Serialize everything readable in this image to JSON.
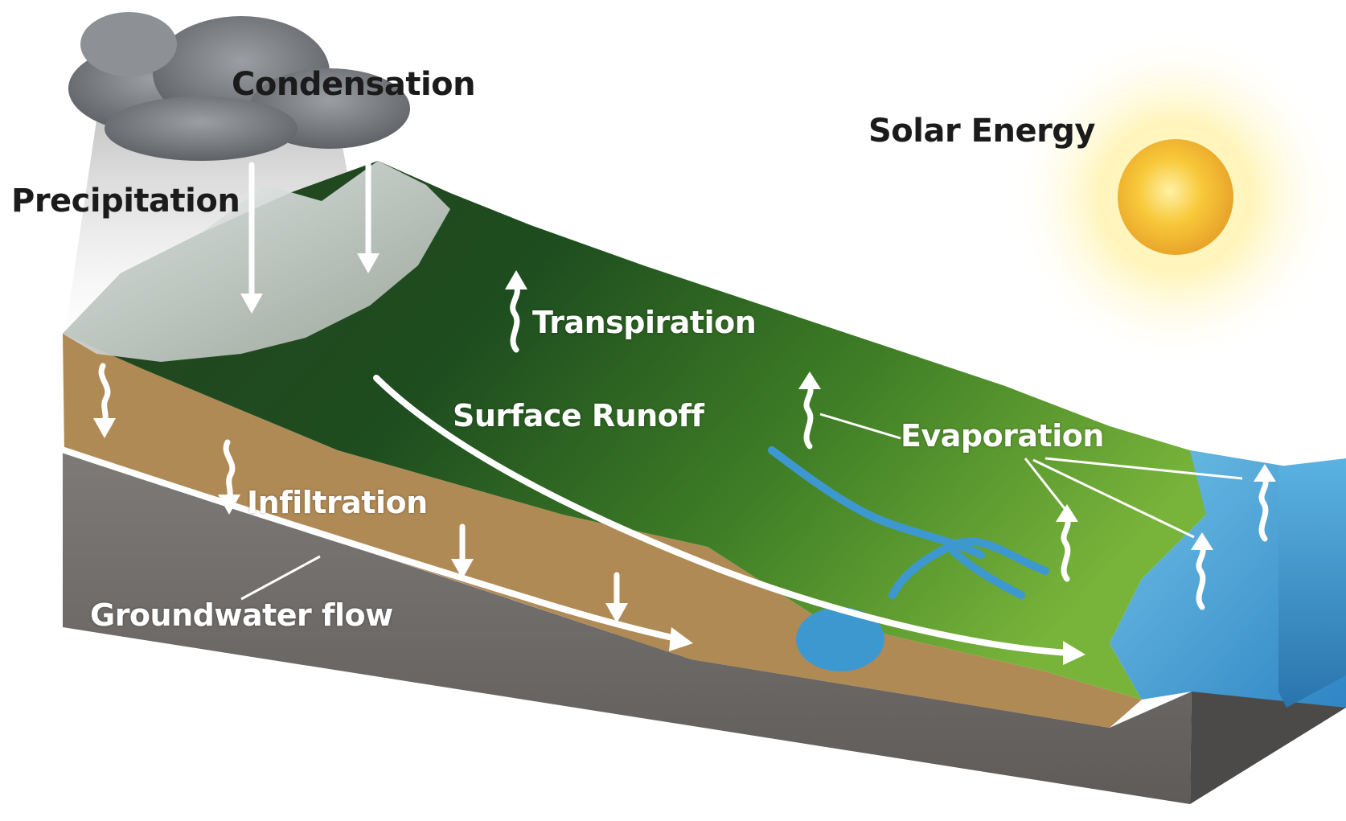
{
  "labels": {
    "condensation": "Condensation",
    "solar_energy": "Solar Energy",
    "precipitation": "Precipitation",
    "transpiration": "Transpiration",
    "surface_runoff": "Surface Runoff",
    "evaporation": "Evaporation",
    "infiltration": "Infiltration",
    "groundwater_flow": "Groundwater flow"
  },
  "colors": {
    "bedrock": "#6f6c69",
    "soil": "#b08a55",
    "forest": "#1f4a1e",
    "meadow": "#6aa82e",
    "water": "#3d98d0",
    "snow": "#e9eef2",
    "sun": "#f7c52e",
    "cloud": "#7a7d82",
    "arrow": "#ffffff"
  },
  "icons": [
    "cloud-icon",
    "sun-icon",
    "precipitation-arrow-icon",
    "transpiration-arrow-icon",
    "evaporation-arrow-icon",
    "infiltration-arrow-icon",
    "surface-runoff-arrow-icon",
    "groundwater-flow-arrow-icon"
  ]
}
